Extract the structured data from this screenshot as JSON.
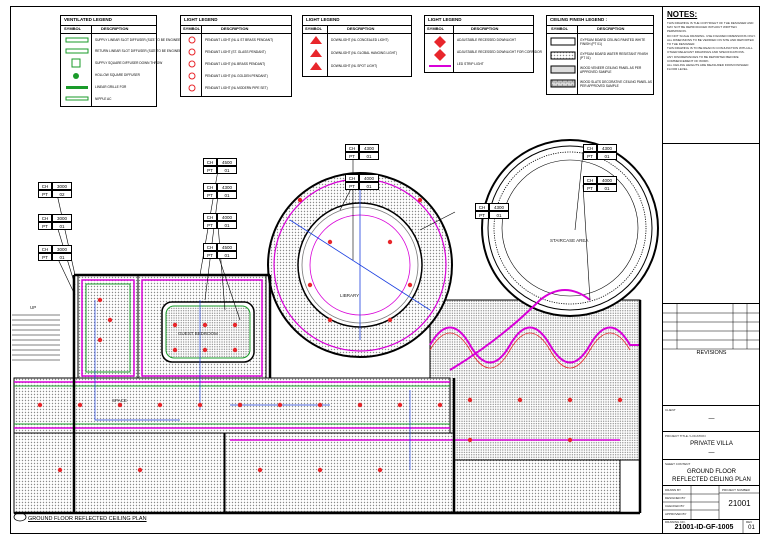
{
  "drawing_title": "GROUND FLOOR REFLECTED CEILING PLAN",
  "legends": {
    "ventilation": {
      "title": "VENTILATED LEGEND",
      "headers": [
        "SYMBOL",
        "DESCRIPTION"
      ],
      "items": [
        "SUPPLY LINEAR SLOT DIFFUSER (SIZE TO BE ENGINEER APPROVED)",
        "RETURN LINEAR SLOT DIFFUSER (SIZE TO BE ENGINEER APPROVED)",
        "SUPPLY SQUARE DIFFUSER DOWN THROW",
        "HOLLOW SQUARE DIFFUSER",
        "LINEAR GRILLE FOR",
        "NIPPLE AC"
      ]
    },
    "light1": {
      "title": "LIGHT LEGEND",
      "headers": [
        "SYMBOL",
        "DESCRIPTION"
      ],
      "items": [
        "PENDANT LIGHT (NL & ST BRASS PENDANT)",
        "PENDANT LIGHT (ST. GLASS PENDANT)",
        "PENDANT LIGHT (NL BRASS PENDANT)",
        "PENDANT LIGHT (NL GOLDEN PENDANT)",
        "PENDANT LIGHT (NL MODERN PIPE SET)"
      ]
    },
    "light2": {
      "title": "LIGHT LEGEND",
      "headers": [
        "SYMBOL",
        "DESCRIPTION"
      ],
      "items": [
        "DOWNLIGHT (NL CONCEALED LIGHT)",
        "DOWNLIGHT (NL GLOBAL HANGING LIGHT)",
        "DOWNLIGHT (NL SPOT LIGHT)"
      ]
    },
    "light3": {
      "title": "LIGHT LEGEND",
      "headers": [
        "SYMBOL",
        "DESCRIPTION"
      ],
      "items": [
        "ADJUSTABLE RECESSED DOWNLIGHT",
        "ADJUSTABLE RECESSED DOWNLIGHT FOR CORRIDOR",
        "LED STRIP LIGHT"
      ]
    },
    "ceiling": {
      "title": "CEILING FINISH LEGEND :",
      "headers": [
        "SYMBOL",
        "DESCRIPTION"
      ],
      "items": [
        "GYPSUM BOARD CEILING PAINTED WHITE FINISH (PT 01)",
        "GYPSUM BOARD WATER RESISTANT FINISH (PT 01)",
        "WOOD VENEER CEILING PANEL AS PER APPROVED SAMPLE",
        "WOOD SLATS DECORATIVE CEILING PANEL AS PER APPROVED SAMPLE"
      ]
    }
  },
  "height_tags": [
    {
      "ch": "CH",
      "chv": "3000",
      "pt": "PT",
      "ptv": "02"
    },
    {
      "ch": "CH",
      "chv": "3000",
      "pt": "PT",
      "ptv": "01"
    },
    {
      "ch": "CH",
      "chv": "3000",
      "pt": "PT",
      "ptv": "01"
    },
    {
      "ch": "CH",
      "chv": "4500",
      "pt": "PT",
      "ptv": "01"
    },
    {
      "ch": "CH",
      "chv": "4300",
      "pt": "PT",
      "ptv": "01"
    },
    {
      "ch": "CH",
      "chv": "4000",
      "pt": "PT",
      "ptv": "01"
    },
    {
      "ch": "CH",
      "chv": "4500",
      "pt": "PT",
      "ptv": "01"
    },
    {
      "ch": "CH",
      "chv": "4300",
      "pt": "PT",
      "ptv": "01"
    },
    {
      "ch": "CH",
      "chv": "4000",
      "pt": "PT",
      "ptv": "01"
    },
    {
      "ch": "CH",
      "chv": "4300",
      "pt": "PT",
      "ptv": "01"
    },
    {
      "ch": "CH",
      "chv": "4300",
      "pt": "PT",
      "ptv": "01"
    },
    {
      "ch": "CH",
      "chv": "4000",
      "pt": "PT",
      "ptv": "01"
    }
  ],
  "rooms": {
    "library": "LIBRARY",
    "staircase": "STAIRCASE AREA",
    "guest": "GUEST BEDROOM",
    "space": "SPACE",
    "up": "UP"
  },
  "title_block": {
    "notes_title": "NOTES:",
    "notes": [
      "THIS DRAWING IS THE COPYRIGHT OF THE DESIGNER AND MAY NOT BE REPRODUCED WITHOUT WRITTEN PERMISSION.",
      "DO NOT SCALE DRAWING. USE FIGURED DIMENSIONS ONLY.",
      "ALL DIMENSIONS TO BE VERIFIED ON SITE AND REPORTED TO THE DESIGNER.",
      "THIS DRAWING IS TO BE READ IN CONJUNCTION WITH ALL OTHER RELEVANT DRAWINGS AND SPECIFICATIONS.",
      "ANY DISCREPANCIES TO BE REPORTED BEFORE COMMENCEMENT OF WORK.",
      "ALL CEILING HEIGHTS ARE MEASURED FROM FINISHED FLOOR LEVEL."
    ],
    "revisions_label": "REVISIONS",
    "client_label": "CLIENT",
    "client_value": "—",
    "project_label": "PROJECT TITLE / LOCATION",
    "project_value": "PRIVATE VILLA",
    "project_sub": "—",
    "sheet_label": "SHEET CONTENT",
    "sheet_title_1": "GROUND FLOOR",
    "sheet_title_2": "REFLECTED CEILING PLAN",
    "drawn_by": "DRAWN BY",
    "designed_by": "DESIGNED BY",
    "checked_by": "CHECKED BY",
    "approved_by": "APPROVED BY",
    "project_no_label": "PROJECT NUMBER",
    "project_no": "21001",
    "drawing_no_label": "DRAWING NO.",
    "drawing_no": "21001-ID-GF-1005",
    "rev_label": "REV",
    "rev": "01"
  },
  "colors": {
    "outline": "#000000",
    "magenta": "#d800d8",
    "green": "#1a9b2a",
    "red": "#e8262b",
    "blue": "#1b3fe0",
    "hatch": "#a8a8a8"
  }
}
